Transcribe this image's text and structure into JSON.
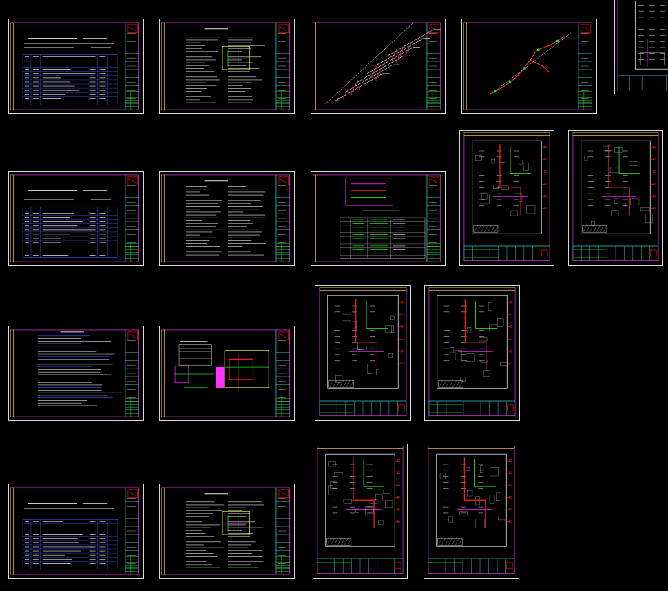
{
  "viewport": {
    "background": "#000000"
  },
  "palette": {
    "frame": "#d8d8d8",
    "inner_border": "#cc33cc",
    "title_block": "#33cccc",
    "text": "#e8e8e8",
    "pipe_red": "#ff2222",
    "pipe_green": "#22dd22",
    "pipe_magenta": "#ff33ff",
    "pipe_yellow": "#eeee33",
    "table_lines": "#5555ff",
    "hatch": "#aaaaaa",
    "logo_red": "#dd1111"
  },
  "sheets": [
    {
      "id": "cover-list",
      "kind": "title-table"
    },
    {
      "id": "design-notes-1",
      "kind": "text-notes"
    },
    {
      "id": "isometric-1",
      "kind": "isometric"
    },
    {
      "id": "isometric-2",
      "kind": "isometric-red"
    },
    {
      "id": "floor-plan-partial",
      "kind": "plan-partial"
    },
    {
      "id": "drawing-index",
      "kind": "title-table"
    },
    {
      "id": "design-notes-2",
      "kind": "text-notes"
    },
    {
      "id": "equipment-legend",
      "kind": "legend-table"
    },
    {
      "id": "plan-1",
      "kind": "plan"
    },
    {
      "id": "plan-2",
      "kind": "plan"
    },
    {
      "id": "spec-text",
      "kind": "text-lines"
    },
    {
      "id": "system-diagram",
      "kind": "system"
    },
    {
      "id": "plan-3",
      "kind": "plan"
    },
    {
      "id": "plan-4",
      "kind": "plan"
    },
    {
      "id": "cover-list-2",
      "kind": "title-table"
    },
    {
      "id": "design-notes-3",
      "kind": "text-notes"
    },
    {
      "id": "plan-5",
      "kind": "plan"
    },
    {
      "id": "plan-6",
      "kind": "plan"
    }
  ]
}
